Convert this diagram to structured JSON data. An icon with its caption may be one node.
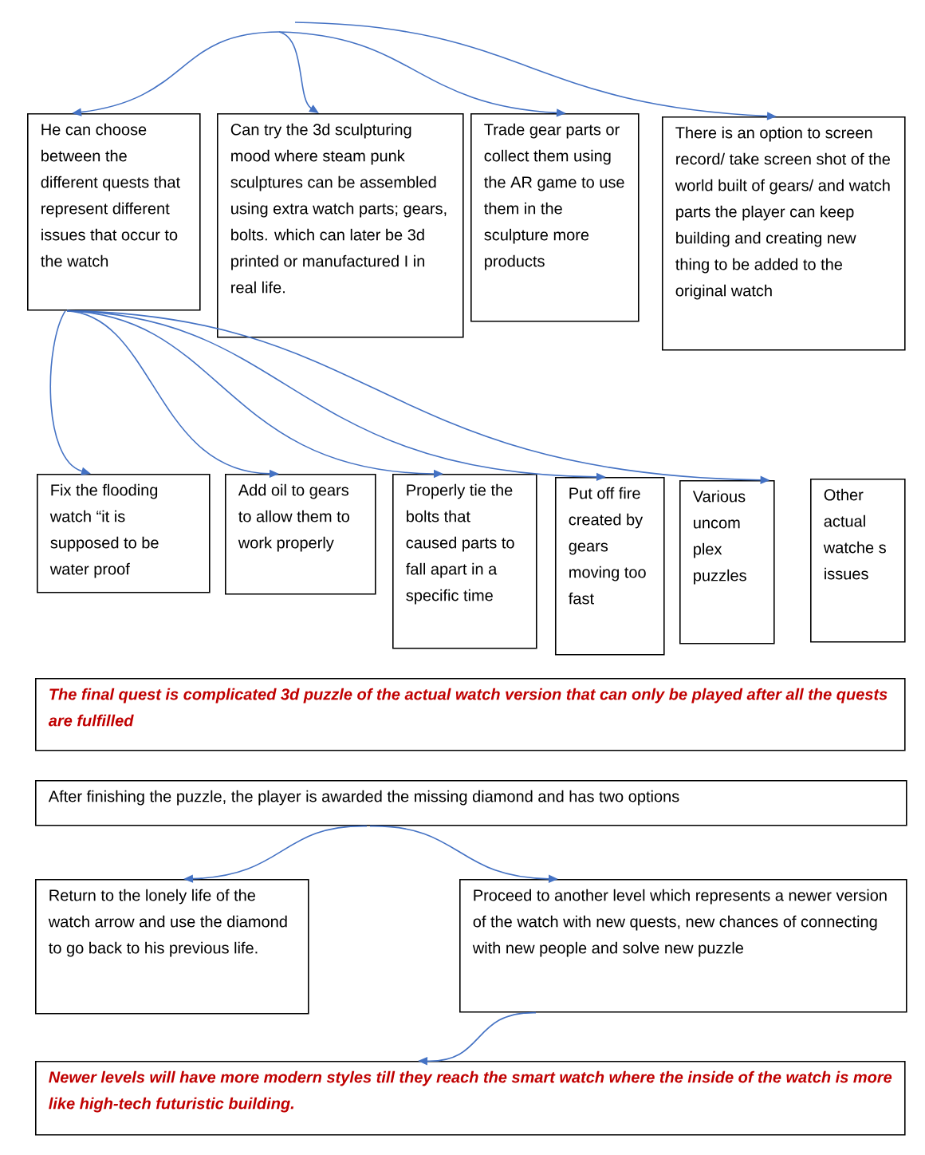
{
  "diagram": {
    "nodes": [
      {
        "text": [
          "He can choose between the different quests that represent different issues that occur to the watch"
        ]
      },
      {
        "text": [
          "Can try the 3d sculpturing mood where steam punk sculptures can be assembled using extra watch parts; gears, bolts. which can later be 3d printed or manufactured I in real life."
        ]
      },
      {
        "text": [
          "Trade gear parts or collect them using the AR game to use them in the sculpture more products"
        ]
      },
      {
        "text": [
          "There is an option to screen record/ take screen shot of the world built of gears/ and watch parts the player can keep building and creating new thing to be added to the original watch"
        ]
      },
      {
        "text": [
          "Fix the flooding watch “it is supposed to be water proof"
        ]
      },
      {
        "text": [
          "Add oil to gears to allow them to work properly"
        ]
      },
      {
        "text": [
          "Properly tie the bolts that caused parts to fall apart in a specific time"
        ]
      },
      {
        "text": [
          "Put off fire created by gears moving too fast"
        ]
      },
      {
        "text": [
          "Various uncom plex puzzles"
        ]
      },
      {
        "text": [
          "Other actual watche s issues"
        ]
      },
      {
        "text": [
          "The final quest is complicated 3d puzzle of the actual watch version that can only be played after all the quests are fulfilled"
        ]
      },
      {
        "text": [
          "After finishing the puzzle, the player is awarded the missing diamond and has two options"
        ]
      },
      {
        "text": [
          "Return to the lonely life of the watch arrow and use the diamond to go back to his previous life."
        ]
      },
      {
        "text": [
          "Proceed to another level which represents a newer version of the watch with new quests, new chances of connecting with new people and solve new puzzle"
        ]
      },
      {
        "text": [
          "Newer levels will have more modern styles till they reach the smart watch where the inside of the watch is more like high-tech futuristic building."
        ]
      }
    ],
    "edges": [
      {
        "from": null,
        "to": 0,
        "arrow": "to"
      },
      {
        "from": null,
        "to": 1,
        "arrow": "to"
      },
      {
        "from": null,
        "to": 2,
        "arrow": "to"
      },
      {
        "from": null,
        "to": 3,
        "arrow": "to"
      },
      {
        "from": 0,
        "to": 4,
        "arrow": "to"
      },
      {
        "from": 0,
        "to": 5,
        "arrow": "to"
      },
      {
        "from": 0,
        "to": 6,
        "arrow": "to"
      },
      {
        "from": 0,
        "to": 7,
        "arrow": "to"
      },
      {
        "from": 0,
        "to": 8,
        "arrow": "to"
      },
      {
        "from": 11,
        "to": 12,
        "arrow": "to"
      },
      {
        "from": 11,
        "to": 13,
        "arrow": "to"
      },
      {
        "from": 13,
        "to": 14,
        "arrow": "to"
      }
    ]
  }
}
